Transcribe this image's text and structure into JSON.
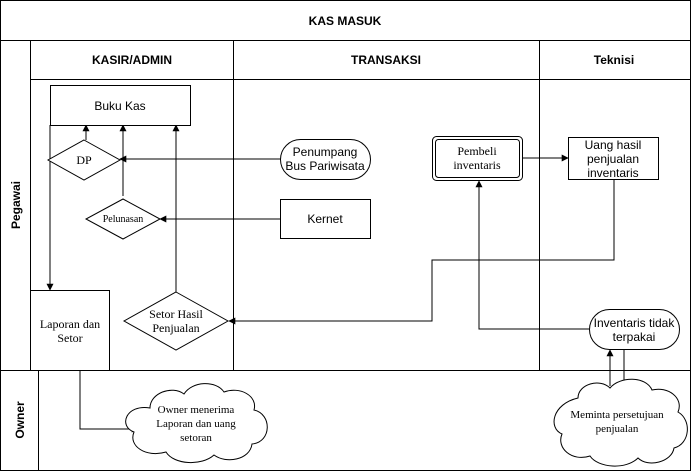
{
  "title": "KAS MASUK",
  "lanes": {
    "pegawai": "Pegawai",
    "owner": "Owner"
  },
  "columns": {
    "kasir_admin": "KASIR/ADMIN",
    "transaksi": "TRANSAKSI",
    "teknisi": "Teknisi"
  },
  "nodes": {
    "buku_kas": "Buku Kas",
    "dp": "DP",
    "pelunasan": "Pelunasan",
    "laporan_line1": "Laporan dan",
    "laporan_line2": "Setor",
    "setor_line1": "Setor Hasil",
    "setor_line2": "Penjualan",
    "penumpang_line1": "Penumpang",
    "penumpang_line2": "Bus Pariwisata",
    "kernet": "Kernet",
    "pembeli_line1": "Pembeli",
    "pembeli_line2": "inventaris",
    "uang_line1": "Uang hasil",
    "uang_line2": "penjualan",
    "uang_line3": "inventaris",
    "inventaris_line1": "Inventaris tidak",
    "inventaris_line2": "terpakai",
    "owner_cloud_line1": "Owner menerima",
    "owner_cloud_line2": "Laporan dan uang",
    "owner_cloud_line3": "setoran",
    "meminta_line1": "Meminta persetujuan",
    "meminta_line2": "penjualan"
  }
}
